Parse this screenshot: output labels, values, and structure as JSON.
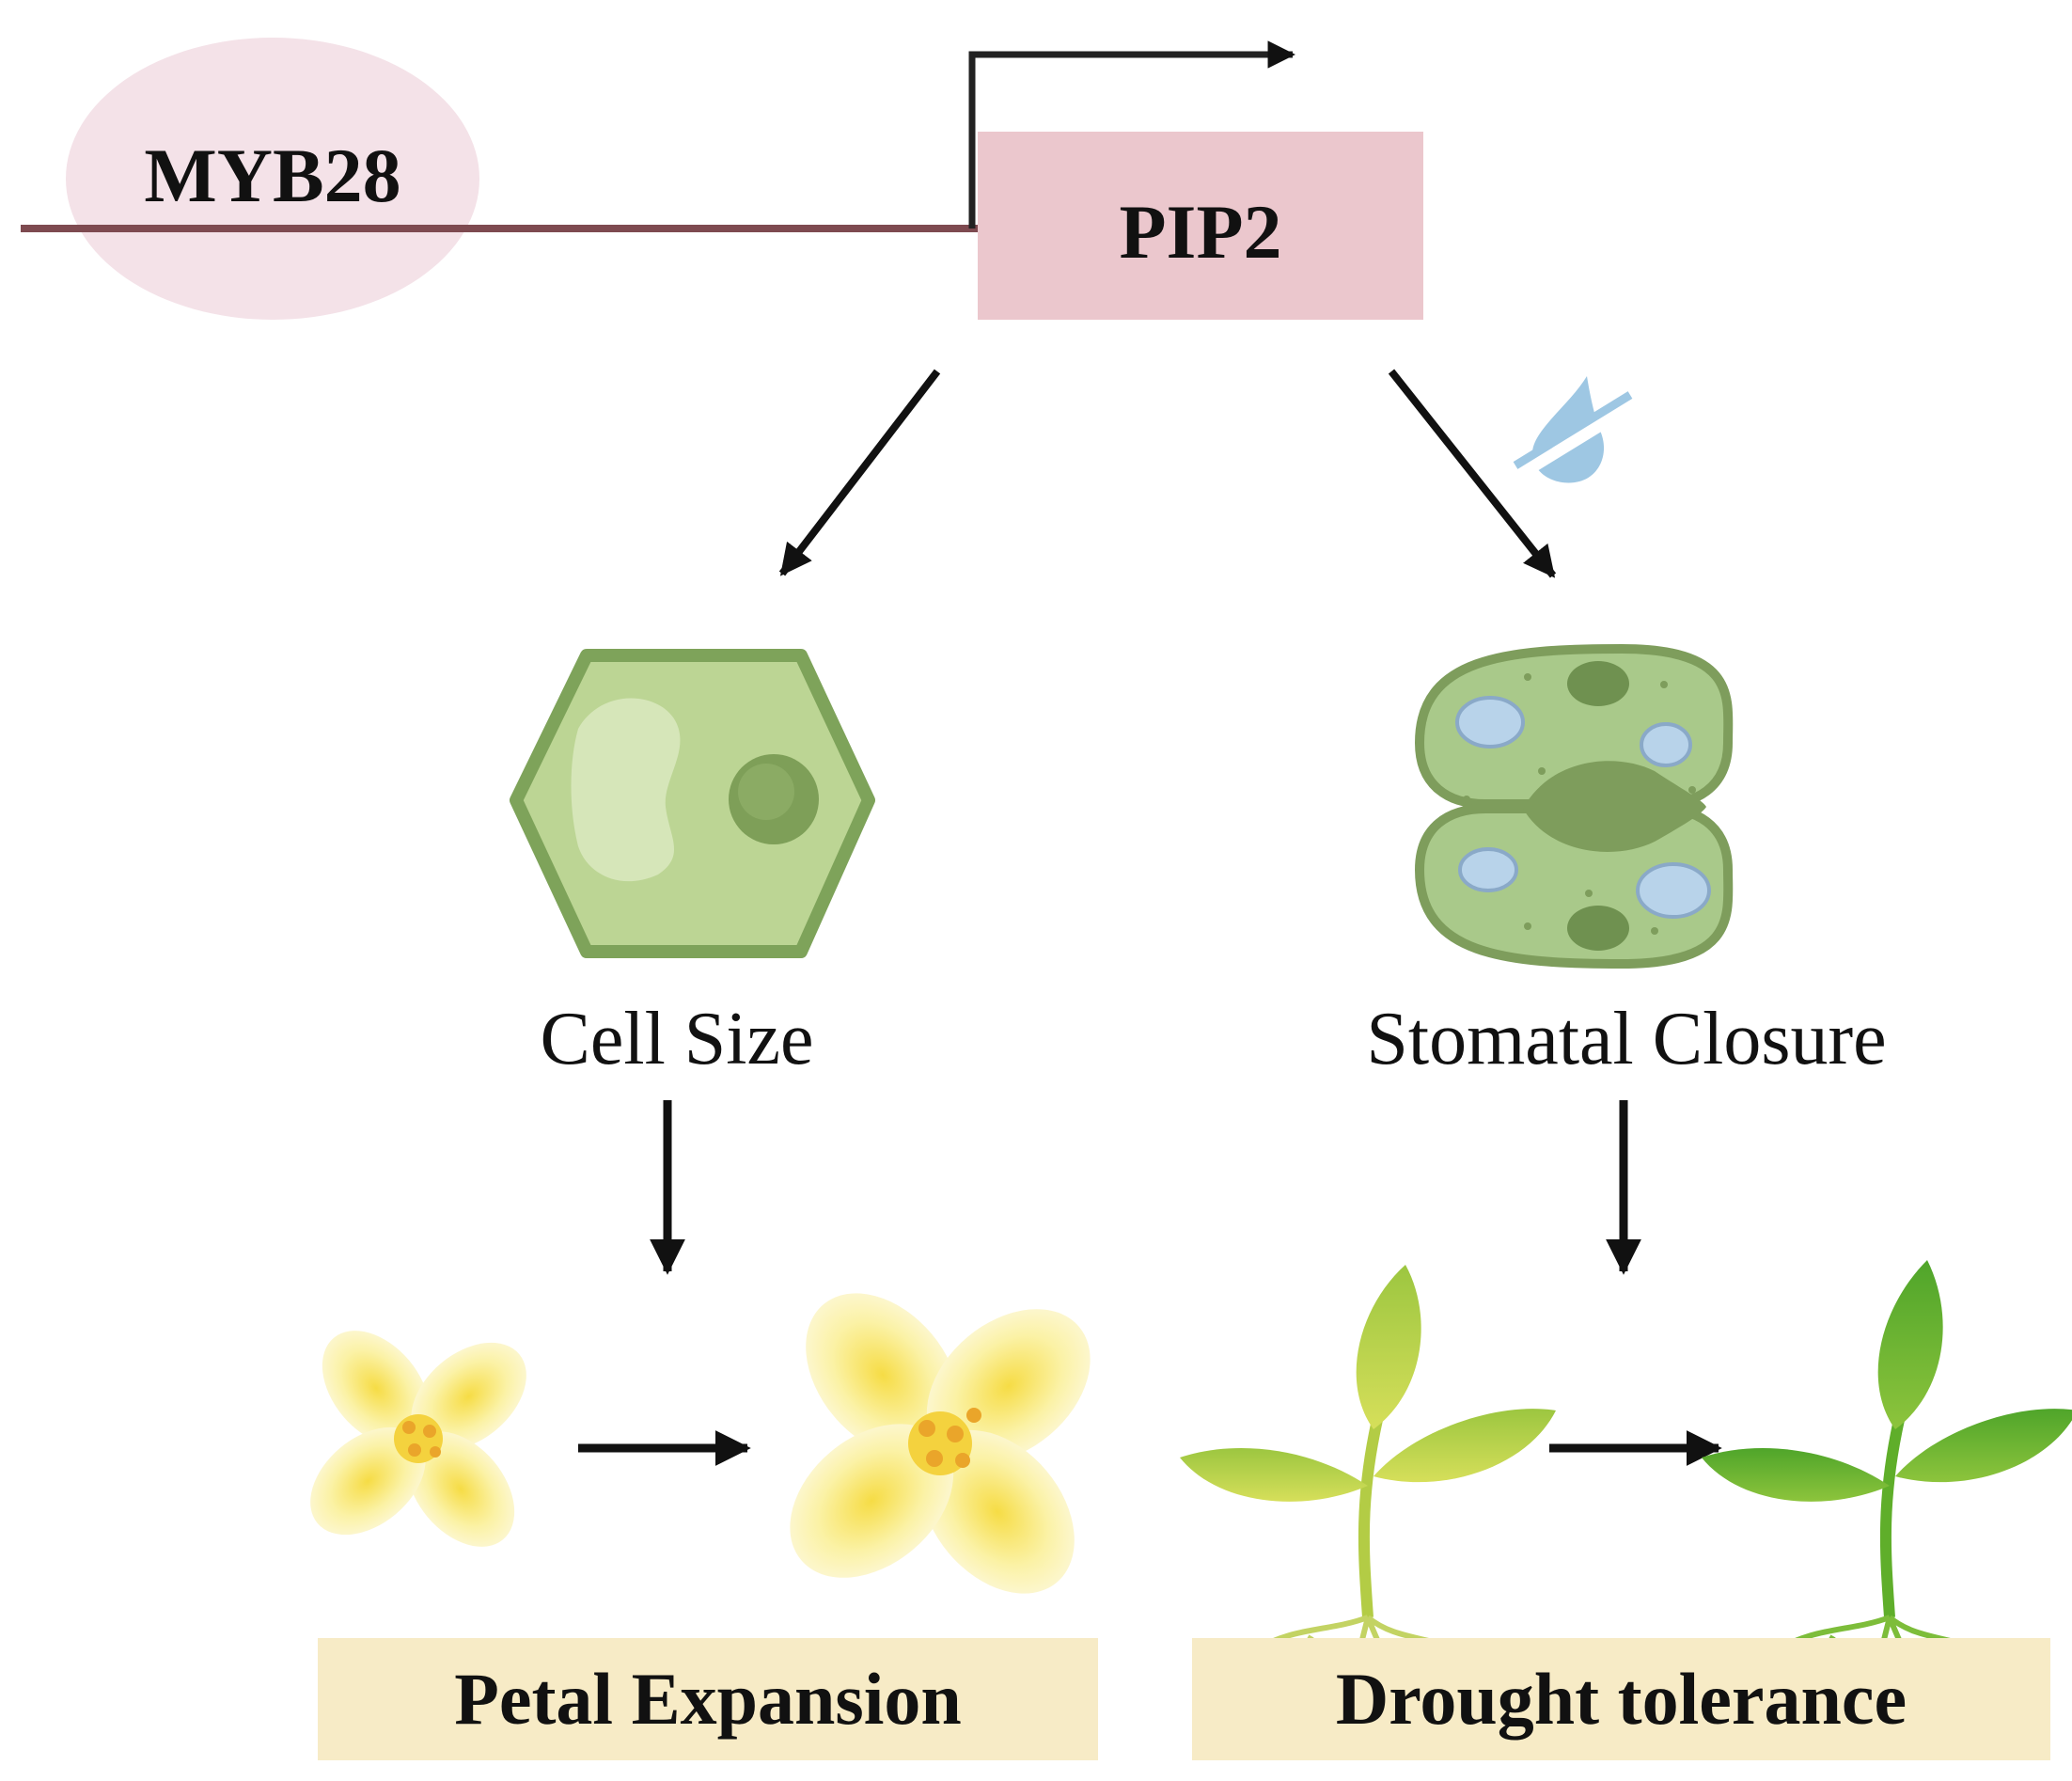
{
  "promoter": {
    "tf_label": "MYB28",
    "gene_label": "PIP2"
  },
  "left_branch": {
    "cell_label": "Cell Size",
    "outcome_label": "Petal Expansion"
  },
  "right_branch": {
    "cell_label": "Stomatal Closure",
    "outcome_label": "Drought tolerance",
    "water_icon": "no-water-drop-icon"
  },
  "colors": {
    "dna_line": "#7e4a50",
    "tf_ellipse": "#f4e2e8",
    "gene_box": "#ebc7cd",
    "cell_fill": "#bcd594",
    "cell_border": "#7ea35a",
    "outcome_box": "#f7ebc6",
    "arrow": "#111111",
    "petal": "#fbf0a8",
    "plant_light": "#b6cf4a",
    "plant_dark": "#63ad2b"
  }
}
